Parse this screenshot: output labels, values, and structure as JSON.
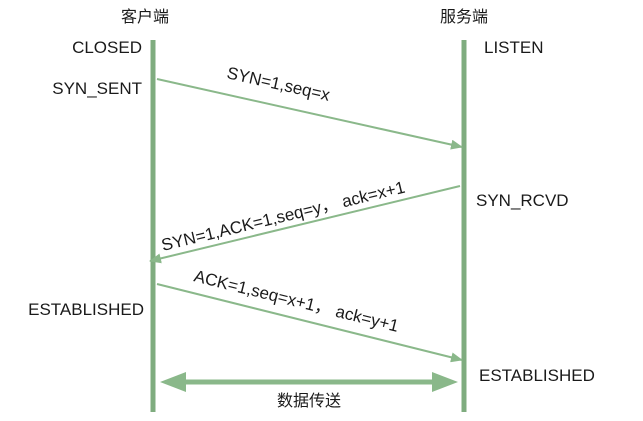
{
  "participants": {
    "client": "客户端",
    "server": "服务端"
  },
  "states": {
    "client_closed": "CLOSED",
    "client_syn_sent": "SYN_SENT",
    "client_established": "ESTABLISHED",
    "server_listen": "LISTEN",
    "server_syn_rcvd": "SYN_RCVD",
    "server_established": "ESTABLISHED"
  },
  "messages": {
    "syn": "SYN=1,seq=x",
    "syn_ack": "SYN=1,ACK=1,seq=y， ack=x+1",
    "ack": "ACK=1,seq=x+1， ack=y+1"
  },
  "data_transfer": "数据传送",
  "colors": {
    "lifeline": "#7fac7f",
    "arrow": "#8ab88a",
    "text": "#1a1a1a"
  }
}
